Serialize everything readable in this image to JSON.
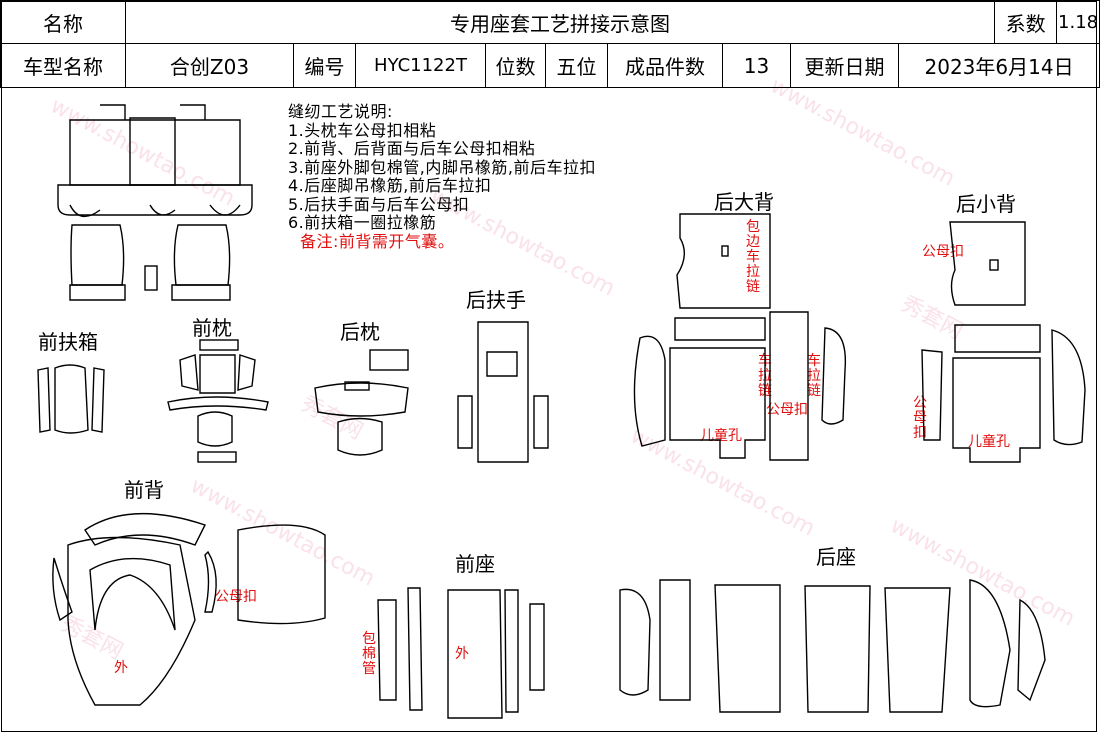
{
  "header": {
    "name_label": "名称",
    "title": "专用座套工艺拼接示意图",
    "coef_label": "系数",
    "coef_value": "1.18",
    "model_label": "车型名称",
    "model_value": "合创Z03",
    "code_label": "编号",
    "code_value": "HYC1122T",
    "seats_label": "位数",
    "seats_value": "五位",
    "pieces_label": "成品件数",
    "pieces_value": "13",
    "date_label": "更新日期",
    "date_value": "2023年6月14日"
  },
  "notes": {
    "heading": "缝纫工艺说明:",
    "items": [
      "1.头枕车公母扣相粘",
      "2.前背、后背面与后车公母扣相粘",
      "3.前座外脚包棉管,内脚吊橡筋,前后车拉扣",
      "4.后座脚吊橡筋,前后车拉扣",
      "5.后扶手面与后车公母扣",
      "6.前扶箱一圈拉橡筋"
    ],
    "remark": "备注:前背需开气囊。"
  },
  "sections": {
    "front_box": "前扶箱",
    "front_pillow": "前枕",
    "rear_pillow": "后枕",
    "rear_armrest": "后扶手",
    "rear_big_back": "后大背",
    "rear_small_back": "后小背",
    "front_back": "前背",
    "front_seat": "前座",
    "rear_seat": "后座"
  },
  "red_labels": {
    "zip_vertical": "包边车拉链",
    "car_zip_left": "车拉链",
    "car_zip_right": "车拉链",
    "snap_big": "公母扣",
    "child_hole_big": "儿童孔",
    "snap_small": "公母扣",
    "snap_small_side": "公母扣",
    "child_hole_small": "儿童孔",
    "snap_front_back": "公母扣",
    "outer_front_back": "外",
    "cotton_tube": "包棉管",
    "outer_front_seat": "外"
  },
  "watermark": [
    "秀套网",
    "www.showtao.com"
  ],
  "colors": {
    "line": "#000000",
    "annotation": "#e01010",
    "watermark": "#e678a0"
  }
}
